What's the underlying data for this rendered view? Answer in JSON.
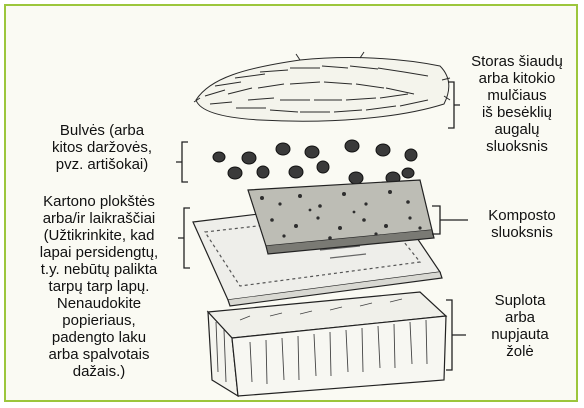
{
  "labels": {
    "straw": "Storas šiaudų\narba kitokio\nmulčiaus\niš besėklių\naugalų\nsluoksnis",
    "potatoes": "Bulvės (arba\nkitos daržovės,\npvz. artišokai)",
    "cardboard": "Kartono plokštės\narba/ir laikraščiai\n(Užtikrinkite, kad\nlapai persidengtų,\nt.y. nebūtų palikta\ntarpų tarp lapų.\nNenaudokite\npopieriaus,\npadengto laku\narba spalvotais\ndažais.)",
    "compost": "Komposto\nsluoksnis",
    "grass": "Suplota\narba\nnupjauta\nžolė"
  },
  "colors": {
    "frame": "#9cc63c",
    "ink": "#1a1a1a"
  }
}
